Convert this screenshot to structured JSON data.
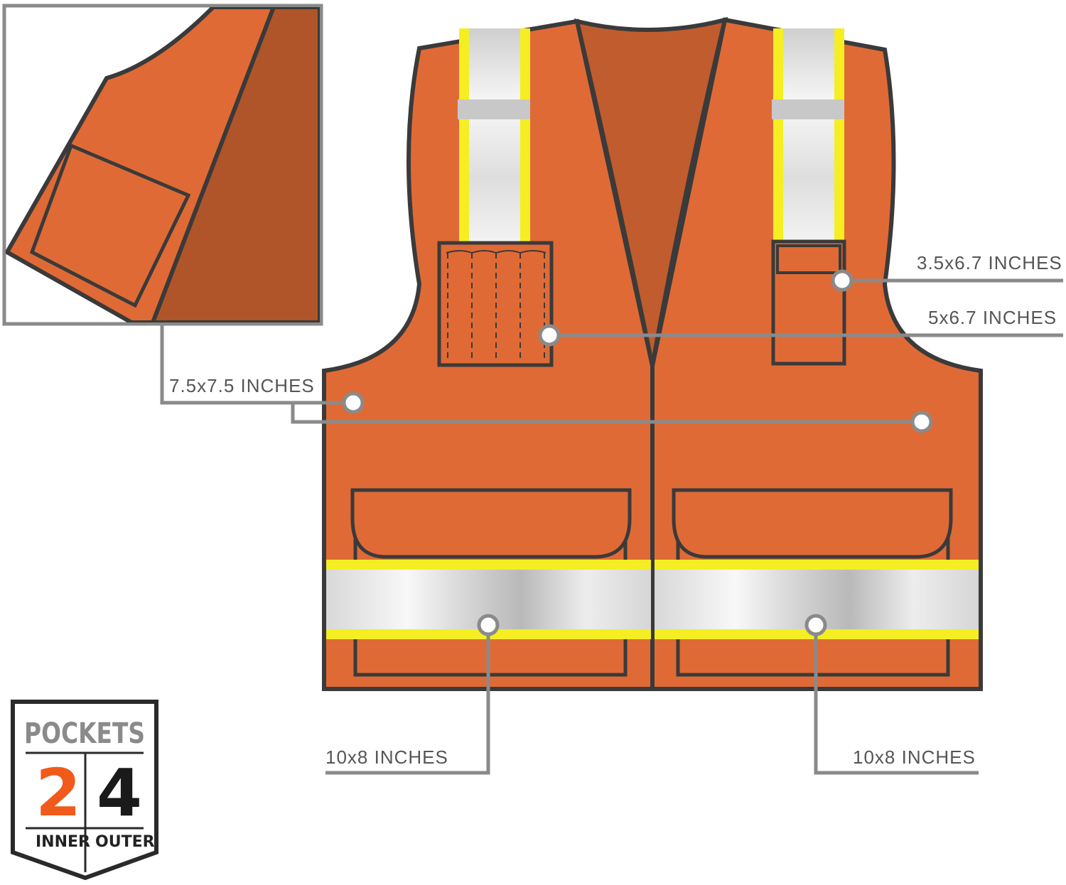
{
  "colors": {
    "vest_orange": "#e06a35",
    "vest_inner": "#c15c2e",
    "outline": "#3a3a3a",
    "reflective_yellow": "#f5ee22",
    "reflective_silver": "#dcdcdc",
    "callout_gray": "#8a8a8a",
    "badge_orange": "#f05a1a"
  },
  "callouts": {
    "pen_pocket": "3.5x6.7 INCHES",
    "chest_pocket": "5x6.7 INCHES",
    "inner_pockets": "7.5x7.5 INCHES",
    "lower_left_pocket": "10x8 INCHES",
    "lower_right_pocket": "10x8 INCHES"
  },
  "badge": {
    "title": "POCKETS",
    "inner_count": "2",
    "inner_label": "INNER",
    "outer_count": "4",
    "outer_label": "OUTER"
  }
}
